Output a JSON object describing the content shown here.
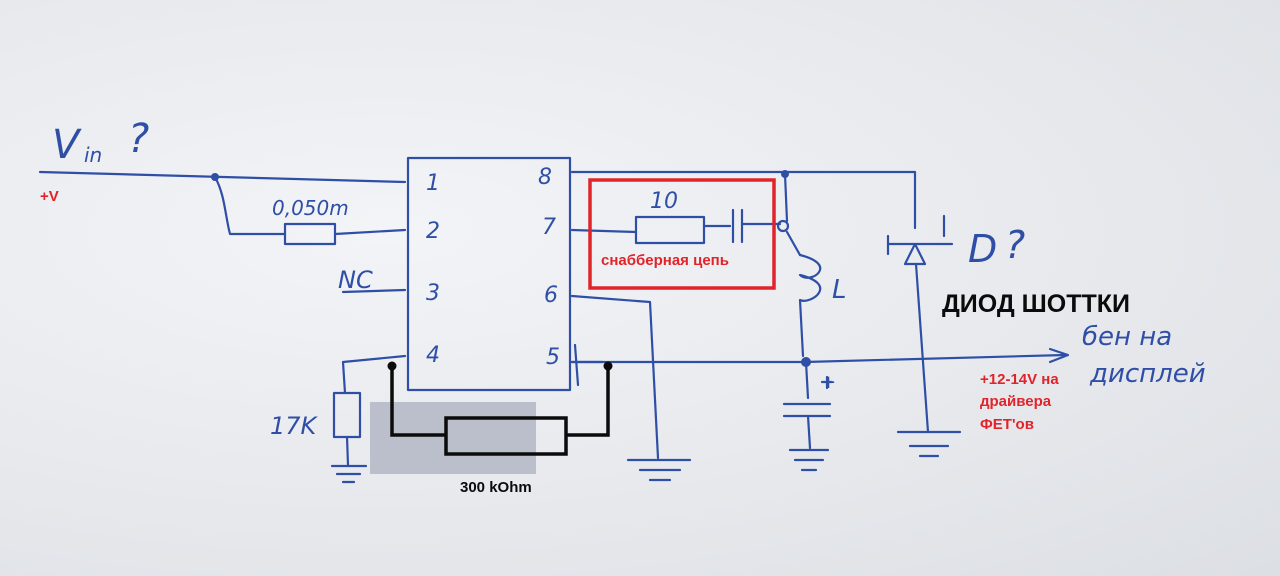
{
  "handwritten": {
    "vin": "V",
    "vin_sub": "in",
    "vin_q": "?",
    "resistor_shunt": "0,050m",
    "nc": "NC",
    "resistor_snubber": "10",
    "inductor": "L",
    "diode": "D",
    "diode_q": "?",
    "resistor_left": "17K",
    "output_line1": "бен на",
    "output_line2": "дисплей",
    "pins_left": [
      "1",
      "2",
      "3",
      "4"
    ],
    "pins_right": [
      "8",
      "7",
      "6",
      "5"
    ],
    "cap_plus": "+"
  },
  "annotations": {
    "plus_v": "+V",
    "snubber": "снабберная цепь",
    "schottky": "ДИОД ШОТТКИ",
    "resistor_300k": "300 kOhm",
    "output_line1": "+12-14V на",
    "output_line2": "драйвера",
    "output_line3": "ФЕТ'ов"
  },
  "colors": {
    "ink": "#2f4fa6",
    "annotation_red": "#e0242a",
    "highlight_box": "#e0242a",
    "overlay_black": "#0b0b0b",
    "overlay_gray": "#b3b6c4"
  }
}
